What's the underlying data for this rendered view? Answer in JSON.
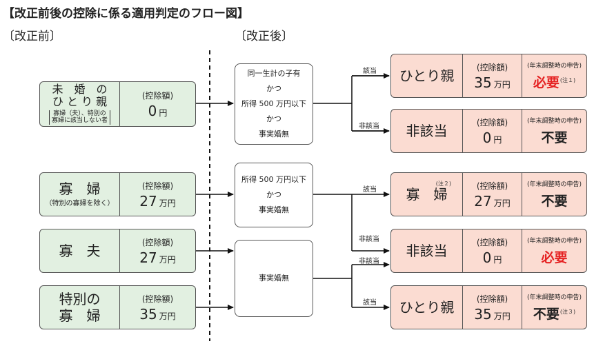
{
  "title": "【改正前後の控除に係る適用判定のフロー図】",
  "before_label": "〔改正前〕",
  "after_label": "〔改正後〕",
  "deduction_label": "(控除額)",
  "declaration_label": "(年末調整時の申告)",
  "before_boxes": [
    {
      "name_line1": "未　婚　の",
      "name_line2": "ひ と り 親",
      "note_line1": "寡婦（夫）、特別の",
      "note_line2": "寡婦に該当しない者",
      "amount": "0",
      "unit": "円"
    },
    {
      "name_line1": "寡　婦",
      "sub": "（特別の寡婦を除く）",
      "amount": "27",
      "unit": "万円"
    },
    {
      "name_line1": "寡　夫",
      "amount": "27",
      "unit": "万円"
    },
    {
      "name_line1": "特別の",
      "name_line2": "寡　婦",
      "amount": "35",
      "unit": "万円"
    }
  ],
  "conditions": [
    [
      "同一生計の子有",
      "かつ",
      "所得 500 万円以下",
      "かつ",
      "事実婚無"
    ],
    [
      "所得 500 万円以下",
      "かつ",
      "事実婚無"
    ],
    [
      "事実婚無"
    ]
  ],
  "branch_labels": {
    "yes": "該当",
    "no": "非該当"
  },
  "after_boxes": [
    {
      "name": "ひとり親",
      "name_note": "",
      "amount": "35",
      "unit": "万円",
      "declaration": "必要",
      "declaration_color": "#e52222",
      "declaration_note": "(注１)"
    },
    {
      "name": "非該当",
      "name_note": "",
      "amount": "0",
      "unit": "円",
      "declaration": "不要",
      "declaration_color": "#222222",
      "declaration_note": ""
    },
    {
      "name": "寡　婦",
      "name_note": "(注２)",
      "amount": "27",
      "unit": "万円",
      "declaration": "不要",
      "declaration_color": "#222222",
      "declaration_note": ""
    },
    {
      "name": "非該当",
      "name_note": "",
      "amount": "0",
      "unit": "円",
      "declaration": "必要",
      "declaration_color": "#e52222",
      "declaration_note": ""
    },
    {
      "name": "ひとり親",
      "name_note": "",
      "amount": "35",
      "unit": "万円",
      "declaration": "不要",
      "declaration_color": "#222222",
      "declaration_note": "(注３)"
    }
  ]
}
